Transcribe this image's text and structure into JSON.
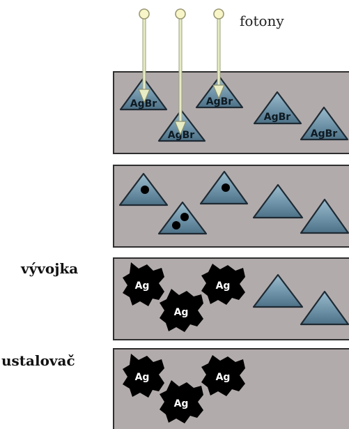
{
  "photons_label": "fotony",
  "stage_labels": {
    "developer": "vývojka",
    "fixer": "ustalovač"
  },
  "crystal_label": "AgBr",
  "silver_label": "Ag",
  "colors": {
    "panel": "#b2abab",
    "crystal": "#6f93a8",
    "silver": "#000000",
    "beam": "#e8ecc4"
  }
}
